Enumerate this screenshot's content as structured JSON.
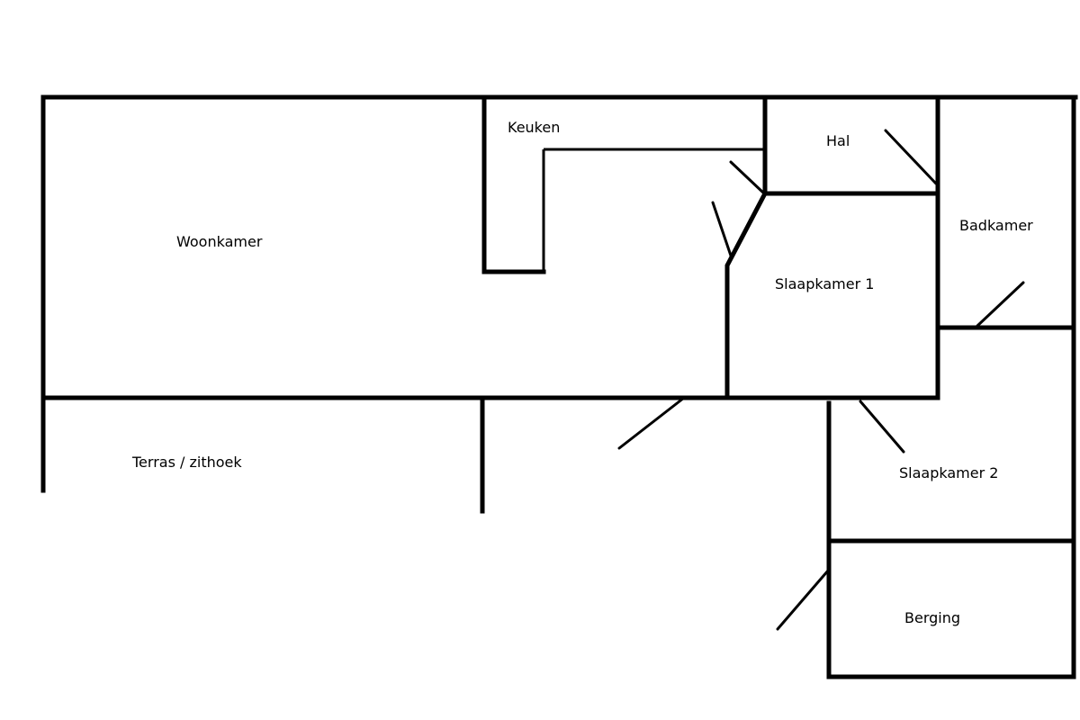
{
  "rooms": {
    "woonkamer": "Woonkamer",
    "keuken": "Keuken",
    "hal": "Hal",
    "badkamer": "Badkamer",
    "slaapkamer1": "Slaapkamer 1",
    "slaapkamer2": "Slaapkamer 2",
    "berging": "Berging",
    "terras": "Terras / zithoek"
  }
}
